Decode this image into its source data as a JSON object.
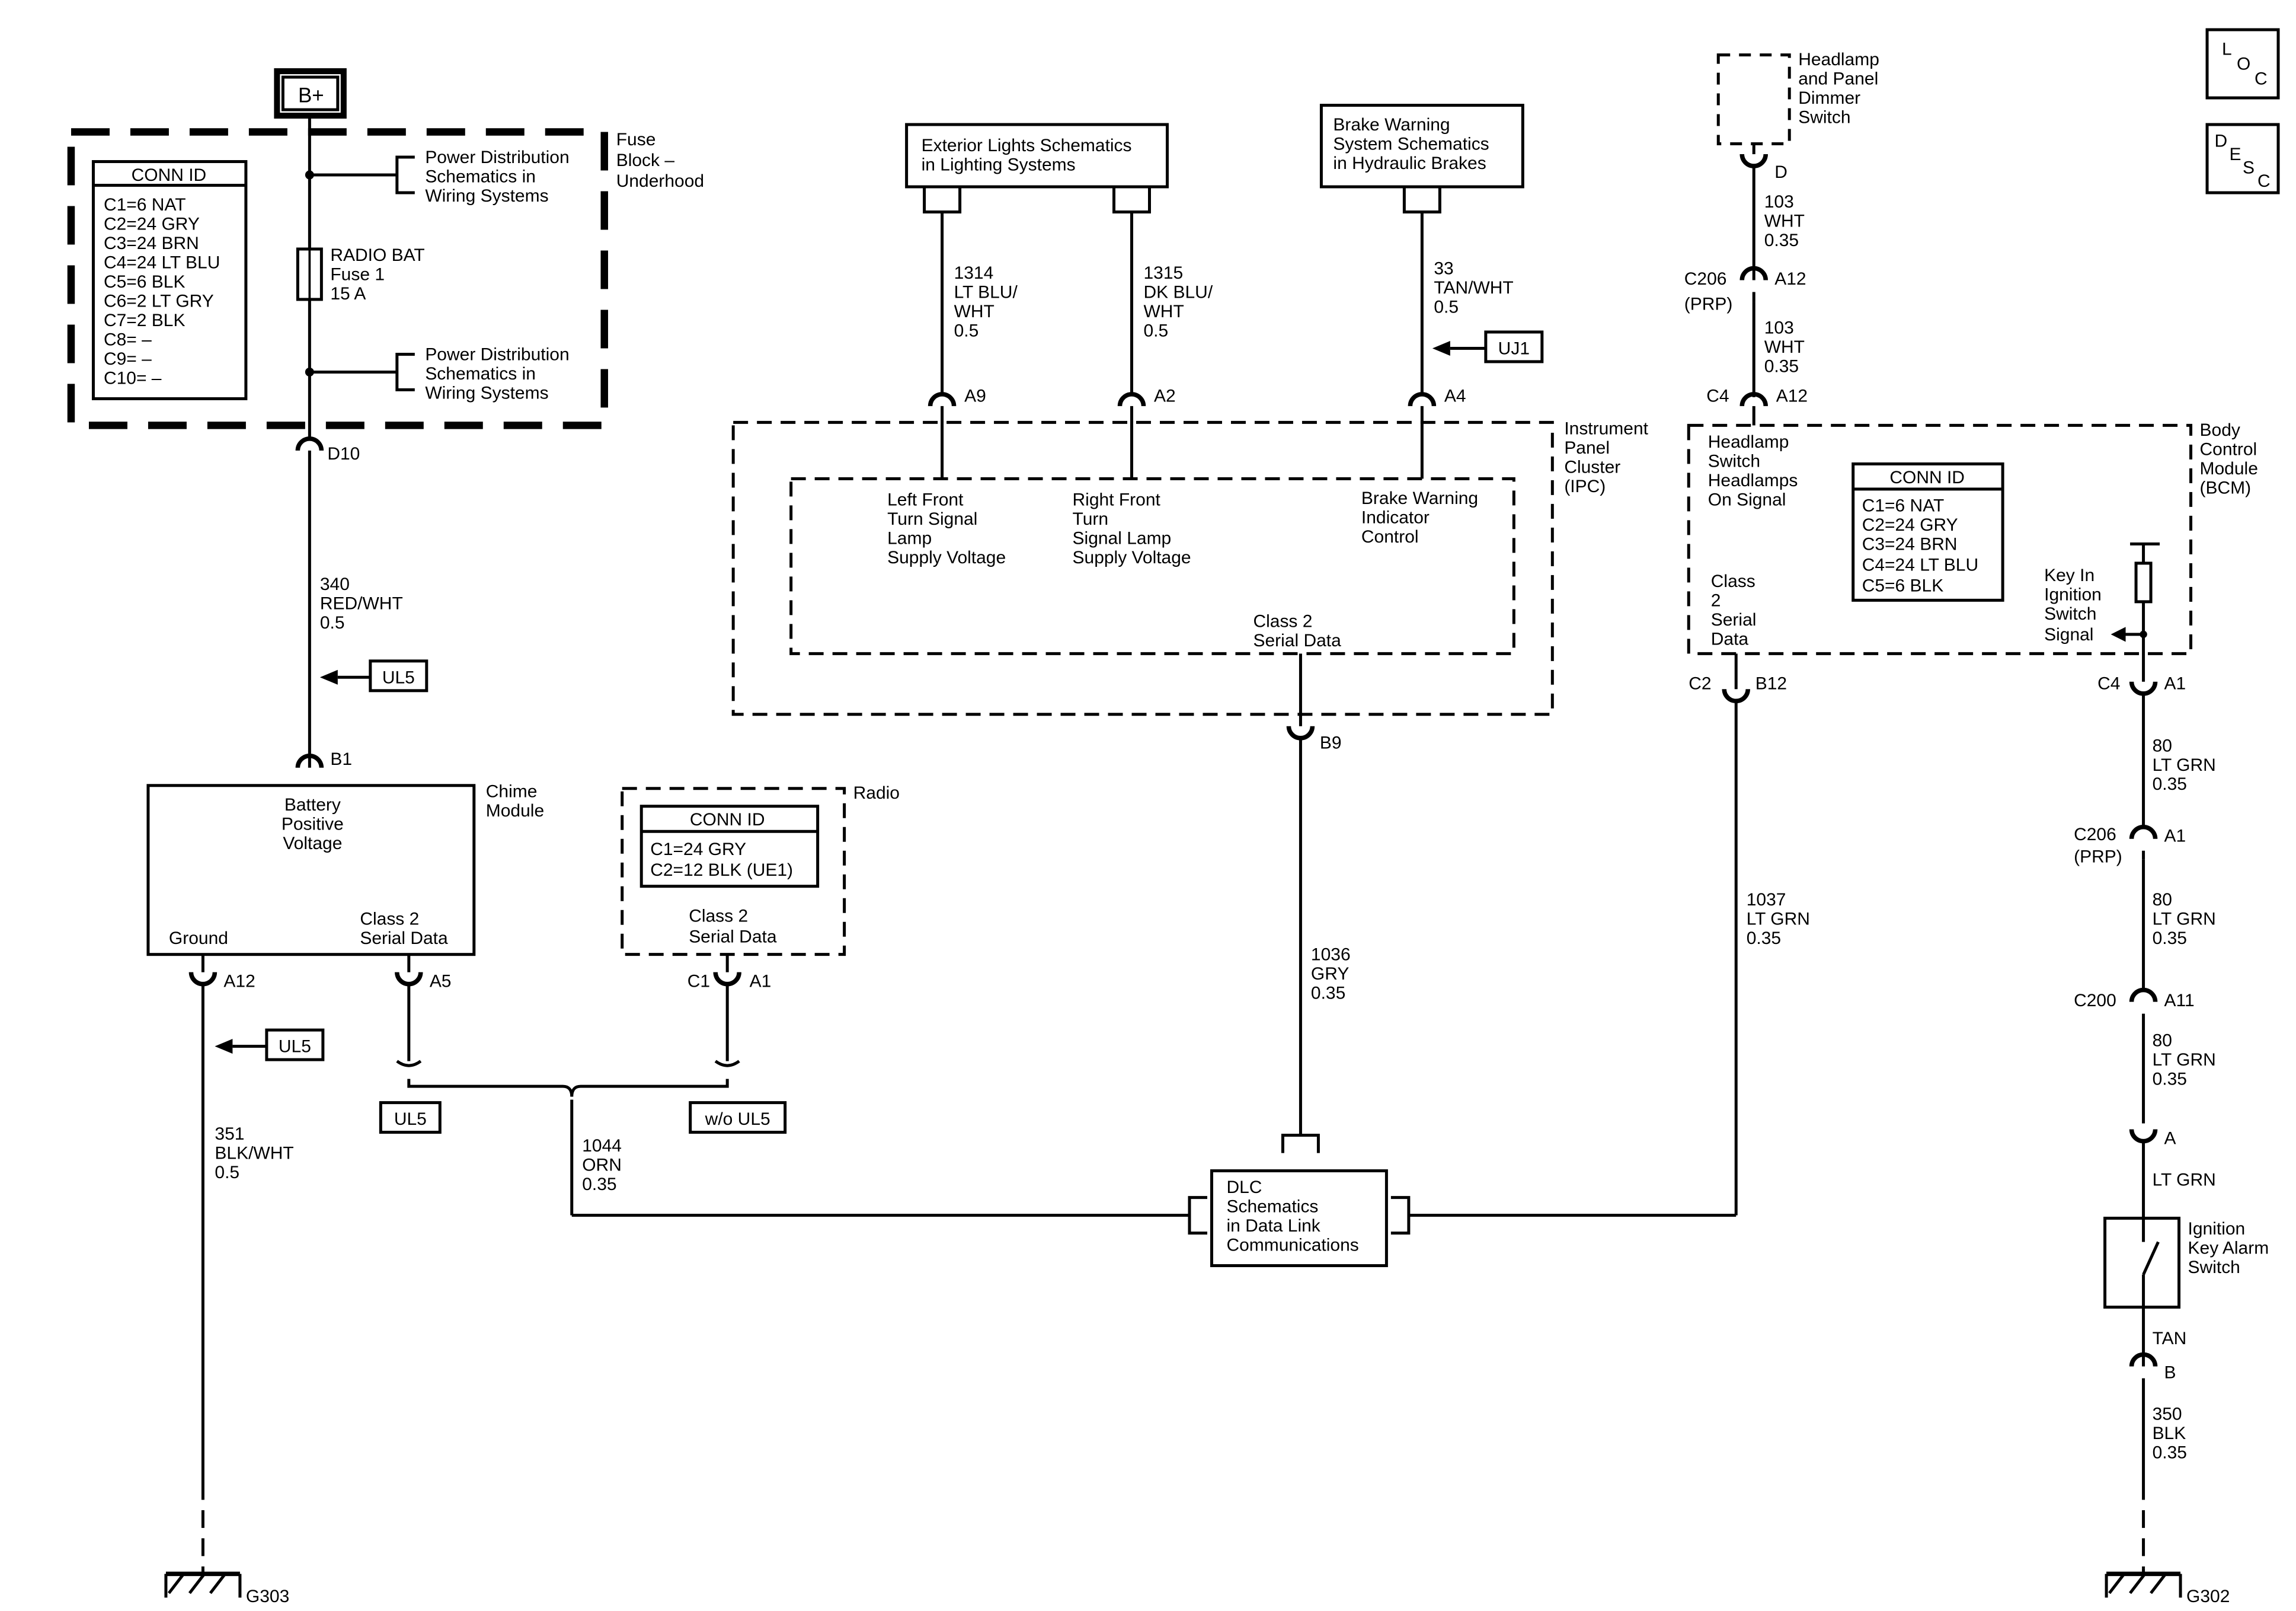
{
  "symbols": {
    "b_plus": "B+",
    "loc": [
      "L",
      "O",
      "C"
    ],
    "desc": [
      "D",
      "E",
      "S",
      "C"
    ]
  },
  "fuse_block": {
    "label": [
      "Fuse",
      "Block –",
      "Underhood"
    ],
    "conn_id": {
      "title": "CONN ID",
      "rows": [
        "C1=6 NAT",
        "C2=24 GRY",
        "C3=24 BRN",
        "C4=24 LT BLU",
        "C5=6 BLK",
        "C6=2 LT GRY",
        "C7=2 BLK",
        "C8= –",
        "C9= –",
        "C10= –"
      ]
    },
    "power_dist_top": [
      "Power Distribution",
      "Schematics in",
      "Wiring Systems"
    ],
    "power_dist_bottom": [
      "Power Distribution",
      "Schematics in",
      "Wiring Systems"
    ],
    "fuse_label": [
      "RADIO BAT",
      "Fuse 1",
      "15 A"
    ],
    "pin": "D10"
  },
  "wire_340": [
    "340",
    "RED/WHT",
    "0.5"
  ],
  "options": {
    "ul5": "UL5",
    "uj1": "UJ1",
    "wo_ul5": "w/o UL5"
  },
  "chime_module": {
    "label": [
      "Chime",
      "Module"
    ],
    "battery": [
      "Battery",
      "Positive",
      "Voltage"
    ],
    "ground": "Ground",
    "serial": [
      "Class 2",
      "Serial Data"
    ],
    "pin_b1": "B1",
    "pin_a12": "A12",
    "pin_a5": "A5"
  },
  "radio": {
    "label": "Radio",
    "conn_id": {
      "title": "CONN ID",
      "rows": [
        "C1=24 GRY",
        "C2=12 BLK (UE1)"
      ]
    },
    "serial": [
      "Class 2",
      "Serial Data"
    ],
    "pin_c1": "C1",
    "pin_a1": "A1"
  },
  "wire_351": [
    "351",
    "BLK/WHT",
    "0.5"
  ],
  "wire_1044": [
    "1044",
    "ORN",
    "0.35"
  ],
  "ground_g303": "G303",
  "ground_g302": "G302",
  "exterior_lights": [
    "Exterior Lights Schematics",
    "in Lighting Systems"
  ],
  "brake_warning_ref": [
    "Brake Warning",
    "System Schematics",
    "in Hydraulic Brakes"
  ],
  "wire_1314": [
    "1314",
    "LT BLU/",
    "WHT",
    "0.5"
  ],
  "wire_1315": [
    "1315",
    "DK BLU/",
    "WHT",
    "0.5"
  ],
  "wire_33": [
    "33",
    "TAN/WHT",
    "0.5"
  ],
  "ipc": {
    "label": [
      "Instrument",
      "Panel",
      "Cluster",
      "(IPC)"
    ],
    "pin_a9": "A9",
    "pin_a2": "A2",
    "pin_a4": "A4",
    "left_turn": [
      "Left Front",
      "Turn Signal",
      "Lamp",
      "Supply Voltage"
    ],
    "right_turn": [
      "Right Front",
      "Turn",
      "Signal Lamp",
      "Supply Voltage"
    ],
    "brake_ind": [
      "Brake Warning",
      "Indicator",
      "Control"
    ],
    "serial": [
      "Class 2",
      "Serial Data"
    ],
    "pin_b9": "B9"
  },
  "wire_1036": [
    "1036",
    "GRY",
    "0.35"
  ],
  "dlc": [
    "DLC",
    "Schematics",
    "in Data Link",
    "Communications"
  ],
  "headlamp_dimmer": [
    "Headlamp",
    "and Panel",
    "Dimmer",
    "Switch"
  ],
  "pin_d": "D",
  "wire_103_a": [
    "103",
    "WHT",
    "0.35"
  ],
  "c206_a": {
    "conn": [
      "C206",
      "(PRP)"
    ],
    "pin": "A12"
  },
  "wire_103_b": [
    "103",
    "WHT",
    "0.35"
  ],
  "bcm": {
    "conn_c4_top": "C4",
    "pin_a12": "A12",
    "label": [
      "Body",
      "Control",
      "Module",
      "(BCM)"
    ],
    "headlamp_signal": [
      "Headlamp",
      "Switch",
      "Headlamps",
      "On Signal"
    ],
    "conn_id": {
      "title": "CONN ID",
      "rows": [
        "C1=6 NAT",
        "C2=24 GRY",
        "C3=24 BRN",
        "C4=24 LT BLU",
        "C5=6 BLK"
      ]
    },
    "serial": [
      "Class",
      "2",
      "Serial",
      "Data"
    ],
    "key_in": [
      "Key In",
      "Ignition",
      "Switch",
      "Signal"
    ],
    "pin_c2": "C2",
    "pin_b12": "B12",
    "pin_c4": "C4",
    "pin_a1": "A1"
  },
  "wire_1037": [
    "1037",
    "LT GRN",
    "0.35"
  ],
  "wire_80_a": [
    "80",
    "LT GRN",
    "0.35"
  ],
  "c206_b": {
    "conn": [
      "C206",
      "(PRP)"
    ],
    "pin": "A1"
  },
  "wire_80_b": [
    "80",
    "LT GRN",
    "0.35"
  ],
  "c200": {
    "conn": "C200",
    "pin": "A11"
  },
  "wire_80_c": [
    "80",
    "LT GRN",
    "0.35"
  ],
  "pin_a": "A",
  "lt_grn": "LT GRN",
  "ignition_switch": [
    "Ignition",
    "Key Alarm",
    "Switch"
  ],
  "tan": "TAN",
  "pin_b": "B",
  "wire_350": [
    "350",
    "BLK",
    "0.35"
  ]
}
